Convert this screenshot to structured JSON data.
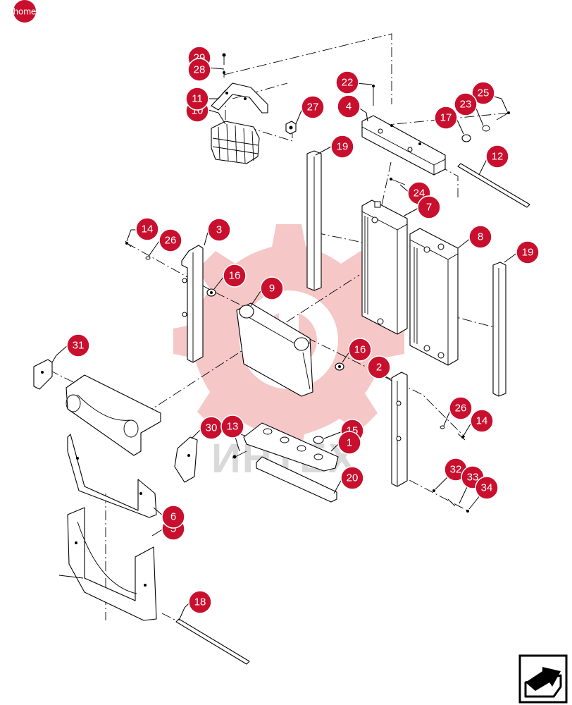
{
  "navigation": {
    "home_label": "home"
  },
  "watermark": {
    "text": "ИНТЕХ"
  },
  "callouts": [
    {
      "id": "c29",
      "label": "29"
    },
    {
      "id": "c28",
      "label": "28"
    },
    {
      "id": "c11",
      "label": "11"
    },
    {
      "id": "c10",
      "label": "10"
    },
    {
      "id": "c27",
      "label": "27"
    },
    {
      "id": "c22",
      "label": "22"
    },
    {
      "id": "c4",
      "label": "4"
    },
    {
      "id": "c25",
      "label": "25"
    },
    {
      "id": "c23",
      "label": "23"
    },
    {
      "id": "c17",
      "label": "17"
    },
    {
      "id": "c12",
      "label": "12"
    },
    {
      "id": "c19a",
      "label": "19"
    },
    {
      "id": "c24",
      "label": "24"
    },
    {
      "id": "c7",
      "label": "7"
    },
    {
      "id": "c8",
      "label": "8"
    },
    {
      "id": "c19b",
      "label": "19"
    },
    {
      "id": "c14a",
      "label": "14"
    },
    {
      "id": "c26a",
      "label": "26"
    },
    {
      "id": "c3",
      "label": "3"
    },
    {
      "id": "c16a",
      "label": "16"
    },
    {
      "id": "c9",
      "label": "9"
    },
    {
      "id": "c31",
      "label": "31"
    },
    {
      "id": "c16b",
      "label": "16"
    },
    {
      "id": "c2",
      "label": "2"
    },
    {
      "id": "c26b",
      "label": "26"
    },
    {
      "id": "c14b",
      "label": "14"
    },
    {
      "id": "c30",
      "label": "30"
    },
    {
      "id": "c13",
      "label": "13"
    },
    {
      "id": "c15",
      "label": "15"
    },
    {
      "id": "c1",
      "label": "1"
    },
    {
      "id": "c20",
      "label": "20"
    },
    {
      "id": "c32",
      "label": "32"
    },
    {
      "id": "c33",
      "label": "33"
    },
    {
      "id": "c34",
      "label": "34"
    },
    {
      "id": "c6",
      "label": "6"
    },
    {
      "id": "c5",
      "label": "5"
    },
    {
      "id": "c18",
      "label": "18"
    }
  ],
  "icons": {
    "next_page": "next-page-arrow-icon",
    "watermark_gear": "gear-logo-icon"
  },
  "colors": {
    "callout": "#c8102e",
    "watermark": "#f3c9c9",
    "line": "#000000"
  }
}
